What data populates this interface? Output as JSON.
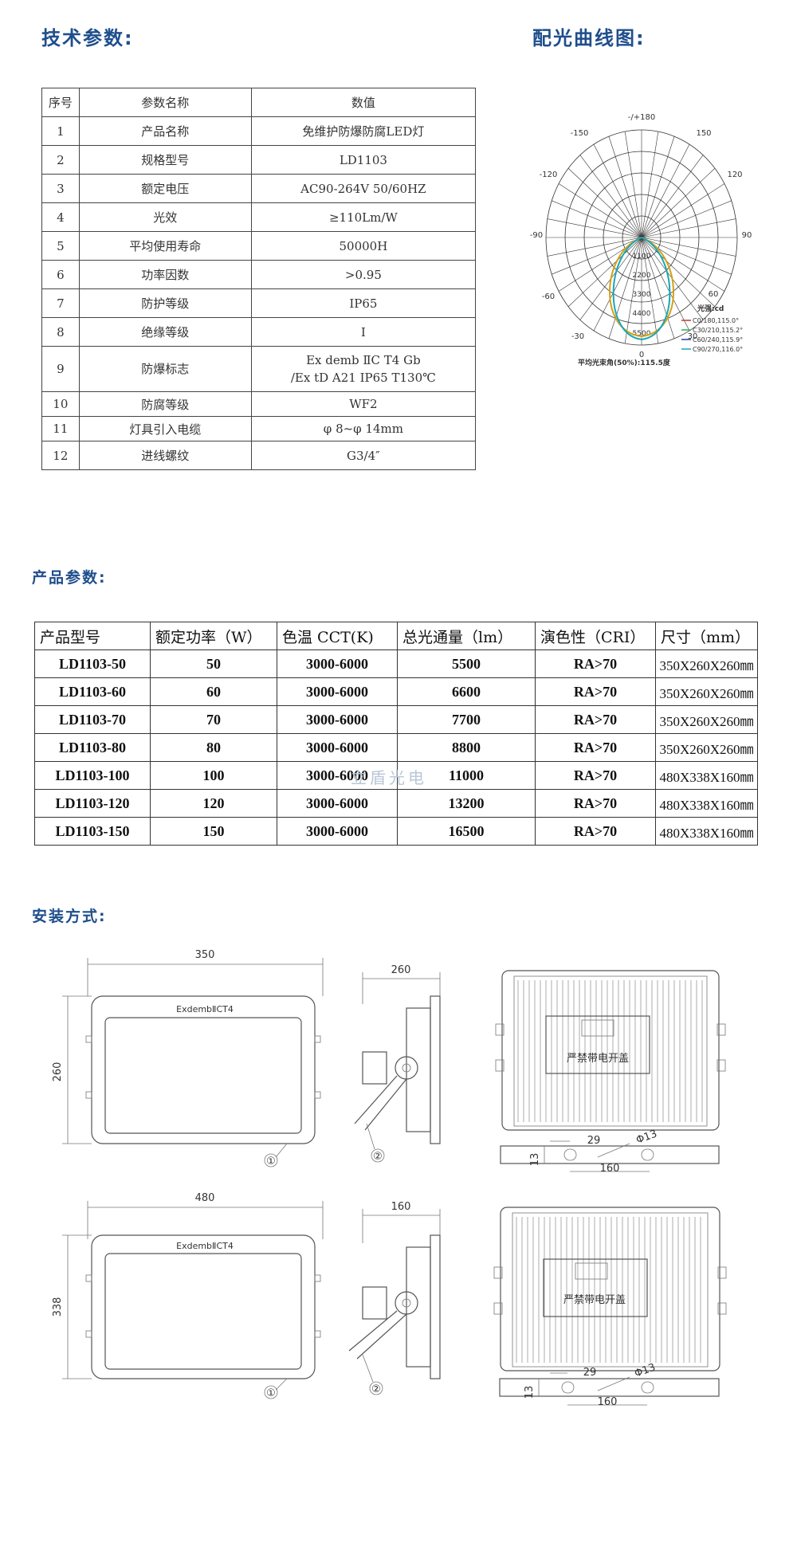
{
  "headings": {
    "tech": "技术参数:",
    "curve": "配光曲线图:",
    "product": "产品参数:",
    "install": "安装方式:"
  },
  "tech_table": {
    "header": [
      "序号",
      "参数名称",
      "数值"
    ],
    "rows": [
      [
        "1",
        "产品名称",
        "免维护防爆防腐LED灯"
      ],
      [
        "2",
        "规格型号",
        "LD1103"
      ],
      [
        "3",
        "额定电压",
        "AC90-264V  50/60HZ"
      ],
      [
        "4",
        "光效",
        "≥110Lm/W"
      ],
      [
        "5",
        "平均使用寿命",
        "50000H"
      ],
      [
        "6",
        "功率因数",
        ">0.95"
      ],
      [
        "7",
        "防护等级",
        "IP65"
      ],
      [
        "8",
        "绝缘等级",
        "Ⅰ"
      ],
      [
        "9",
        "防爆标志",
        "Ex demb ⅡC T4 Gb\n/Ex tD A21 IP65 T130℃"
      ],
      [
        "10",
        "防腐等级",
        "WF2"
      ],
      [
        "11",
        "灯具引入电缆",
        "φ 8~φ 14mm"
      ],
      [
        "12",
        "进线螺纹",
        "G3/4″"
      ]
    ]
  },
  "polar": {
    "angle_labels": {
      "top": "-/+180",
      "tl": "-150",
      "tr": "150",
      "ul": "-120",
      "ur": "120",
      "l": "-90",
      "r": "90",
      "ll": "-60",
      "lr": "60",
      "bl": "-30",
      "br": "30",
      "bottom": "0"
    },
    "radial_labels": [
      "1100",
      "2200",
      "3300",
      "4400",
      "5500"
    ],
    "unit_label": "光强:cd",
    "legend": [
      {
        "label": "C0/180,115.0°",
        "color": "#c0392b"
      },
      {
        "label": "C30/210,115.2°",
        "color": "#27ae60"
      },
      {
        "label": "C60/240,115.9°",
        "color": "#2c3e9e"
      },
      {
        "label": "C90/270,116.0°",
        "color": "#1aa7b5"
      }
    ],
    "beam_angle": "平均光束角(50%):115.5度",
    "colors": {
      "curve_a": "#d4a017",
      "curve_b": "#1aa7b5"
    }
  },
  "product_table": {
    "header": [
      "产品型号",
      "额定功率（W）",
      "色温 CCT(K)",
      "总光通量（lm）",
      "演色性（CRI）",
      "尺寸（mm）"
    ],
    "rows": [
      [
        "LD1103-50",
        "50",
        "3000-6000",
        "5500",
        "RA>70",
        "350X260X260㎜"
      ],
      [
        "LD1103-60",
        "60",
        "3000-6000",
        "6600",
        "RA>70",
        "350X260X260㎜"
      ],
      [
        "LD1103-70",
        "70",
        "3000-6000",
        "7700",
        "RA>70",
        "350X260X260㎜"
      ],
      [
        "LD1103-80",
        "80",
        "3000-6000",
        "8800",
        "RA>70",
        "350X260X260㎜"
      ],
      [
        "LD1103-100",
        "100",
        "3000-6000",
        "11000",
        "RA>70",
        "480X338X160㎜"
      ],
      [
        "LD1103-120",
        "120",
        "3000-6000",
        "13200",
        "RA>70",
        "480X338X160㎜"
      ],
      [
        "LD1103-150",
        "150",
        "3000-6000",
        "16500",
        "RA>70",
        "480X338X160㎜"
      ]
    ]
  },
  "watermark": "立盾光电",
  "drawings": {
    "top": {
      "front_width": "350",
      "front_height": "260",
      "front_label": "ExdembⅡCT4",
      "side_width": "260",
      "callout_1": "①",
      "callout_2": "②",
      "back_label": "严禁带电开盖",
      "bracket_29": "29",
      "bracket_13d": "Φ13",
      "bracket_160": "160",
      "bracket_13": "13"
    },
    "bottom": {
      "front_width": "480",
      "front_height": "338",
      "front_label": "ExdembⅡCT4",
      "side_width": "160",
      "callout_1": "①",
      "callout_2": "②",
      "back_label": "严禁带电开盖",
      "bracket_29": "29",
      "bracket_13d": "Φ13",
      "bracket_160": "160",
      "bracket_13": "13"
    }
  }
}
